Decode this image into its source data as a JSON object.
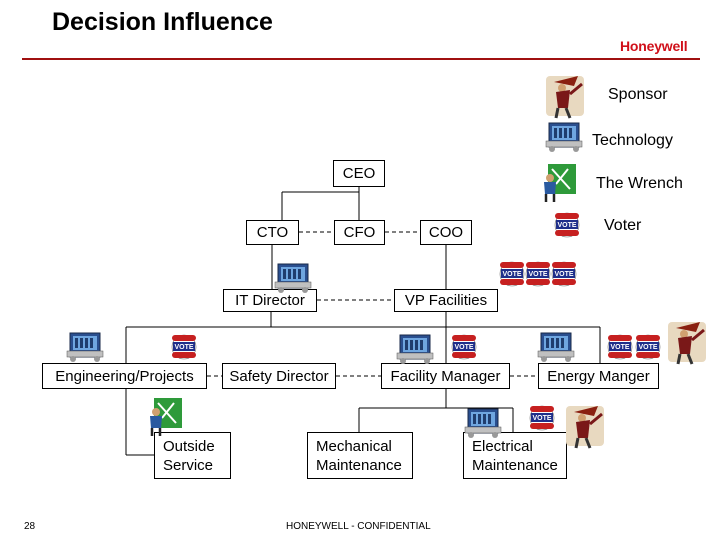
{
  "slide": {
    "title": "Decision Influence",
    "logo_text": "Honeywell",
    "page_number": "28",
    "footer": "HONEYWELL - CONFIDENTIAL"
  },
  "legend": {
    "sponsor": "Sponsor",
    "technology": "Technology",
    "wrench": "The Wrench",
    "voter": "Voter"
  },
  "nodes": {
    "ceo": "CEO",
    "cto": "CTO",
    "cfo": "CFO",
    "coo": "COO",
    "it_director": "IT Director",
    "vp_facilities": "VP Facilities",
    "engineering_projects": "Engineering/Projects",
    "safety_director": "Safety Director",
    "facility_manager": "Facility Manager",
    "energy_manager": "Energy Manger",
    "outside_service_1": "Outside",
    "outside_service_2": "Service",
    "mechanical_1": "Mechanical",
    "mechanical_2": "Maintenance",
    "electrical_1": "Electrical",
    "electrical_2": "Maintenance"
  },
  "icons": {
    "sponsor": "sponsor-figure-icon",
    "technology": "technology-computer-icon",
    "wrench": "wrench-figure-icon",
    "voter": "vote-badge-icon",
    "vote_badge_text": "VOTE"
  },
  "colors": {
    "logo": "#d0101a",
    "rule": "#a01010"
  }
}
